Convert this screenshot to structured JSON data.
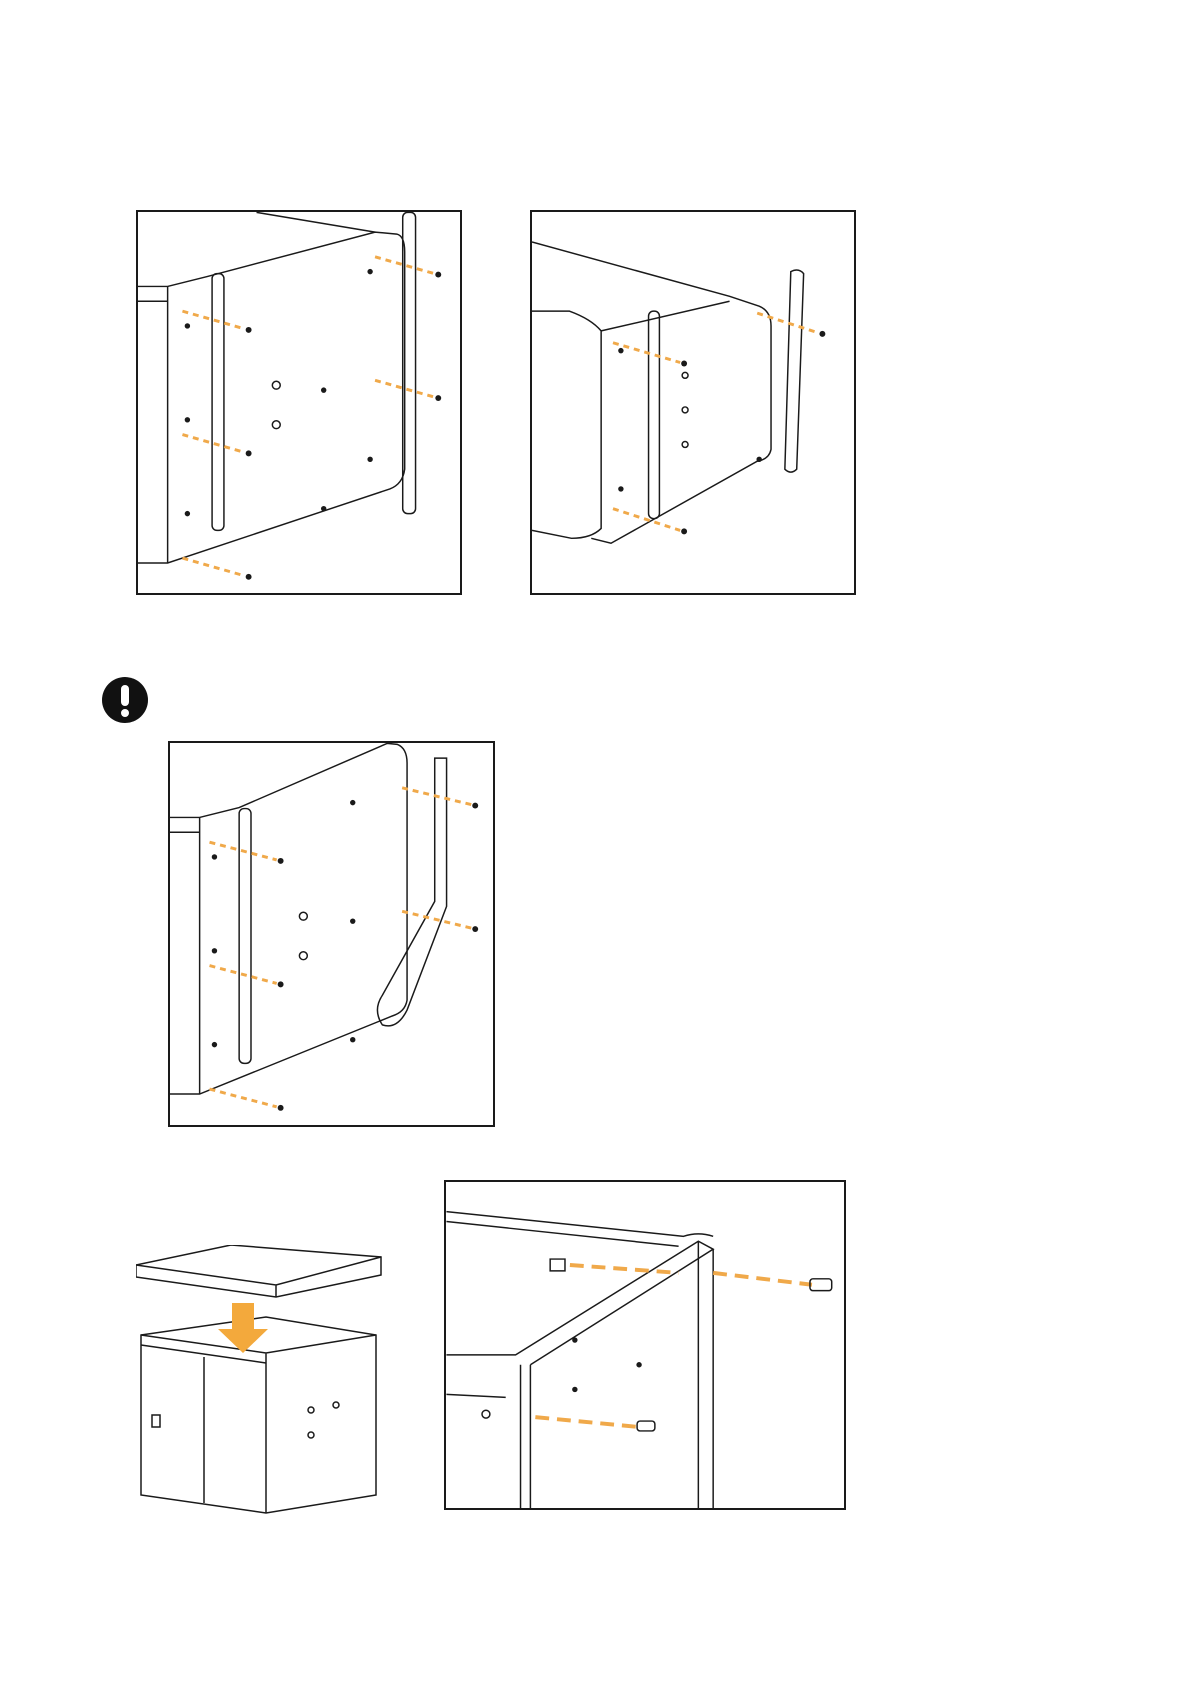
{
  "document": {
    "figures": [
      {
        "id": "fig-1"
      },
      {
        "id": "fig-2"
      },
      {
        "id": "fig-3"
      },
      {
        "id": "fig-4"
      },
      {
        "id": "fig-5"
      }
    ],
    "warning_icon": "exclamation-warning-icon"
  },
  "colors": {
    "line": "#1a1a1a",
    "dash": "#f0a94a",
    "arrow": "#f3a93c",
    "panel": "#ffffff"
  }
}
